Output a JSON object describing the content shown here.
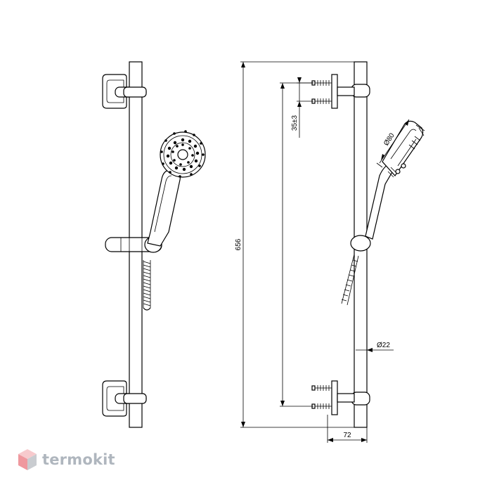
{
  "dimensions": {
    "total_height": "656",
    "bracket_adjust": "35±3",
    "head_diameter": "Ø80",
    "rail_diameter": "Ø22",
    "wall_projection": "72"
  },
  "watermark": {
    "brand": "termokit",
    "icon": "cube-logo-icon",
    "colors": {
      "cube_top": "#f2a0a6",
      "cube_left": "#e2454f",
      "cube_right": "#9da3ab",
      "text": "#6f7b8a"
    }
  }
}
